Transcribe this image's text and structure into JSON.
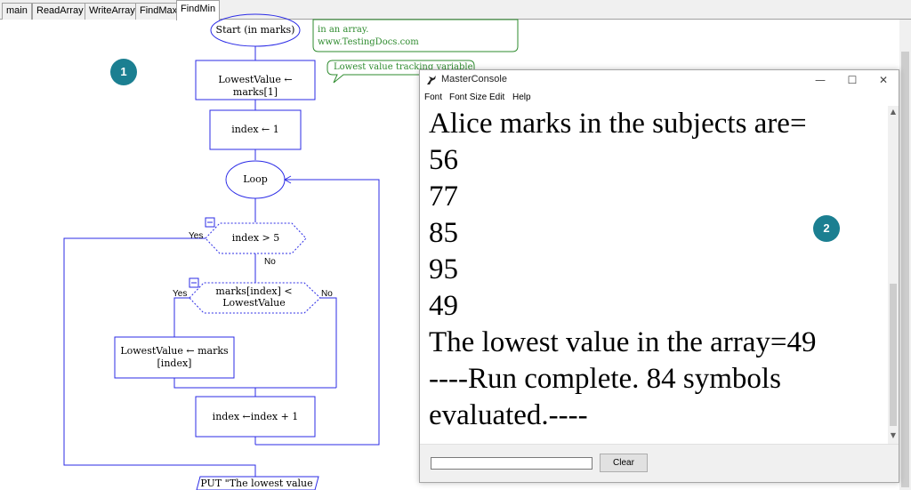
{
  "tabs": [
    "main",
    "ReadArray",
    "WriteArray",
    "FindMax",
    "FindMin"
  ],
  "active_tab": "FindMin",
  "flowchart": {
    "start": "Start (in marks)",
    "assign1": "LowestValue ← marks[1]",
    "assign2": "index ← 1",
    "loop": "Loop",
    "cond1": "index > 5",
    "cond1_yes": "Yes",
    "cond1_no": "No",
    "cond2_line1": "marks[index] <",
    "cond2_line2": "LowestValue",
    "cond2_yes": "Yes",
    "cond2_no": "No",
    "assign3_line1": "LowestValue ← marks",
    "assign3_line2": "[index]",
    "assign4": "index ←index + 1",
    "output": "PUT \"The lowest value in",
    "comment1_line1": "in an array.",
    "comment1_line2": "www.TestingDocs.com",
    "comment2": "Lowest value tracking variable"
  },
  "badges": {
    "one": "1",
    "two": "2"
  },
  "console": {
    "title": "MasterConsole",
    "minimize": "—",
    "maximize": "☐",
    "close": "✕",
    "menu": [
      "Font",
      "Font Size",
      "Edit",
      "Help"
    ],
    "lines": [
      "Alice marks in the subjects are=",
      "56",
      "77",
      "85",
      "95",
      "49",
      "The lowest value in the array=49",
      "----Run complete.  84 symbols",
      "evaluated.----"
    ],
    "input_value": "",
    "clear_label": "Clear"
  },
  "colors": {
    "flow_line": "#2b2be6",
    "comment": "#2e8b2e",
    "badge": "#1b7f91",
    "arrow": "#1b7f91"
  }
}
